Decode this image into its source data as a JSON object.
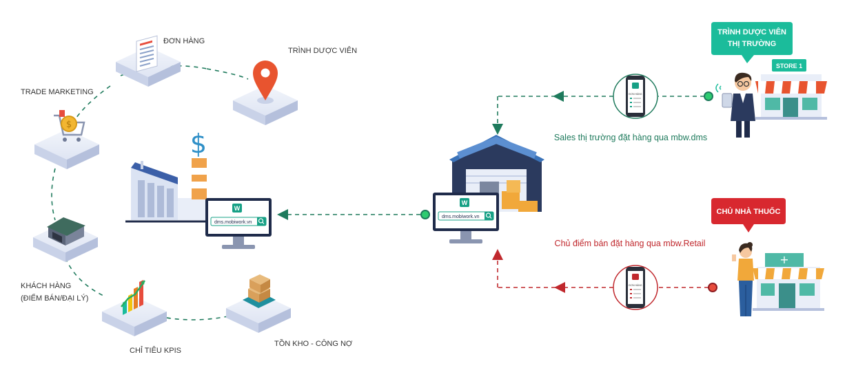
{
  "left_cycle": {
    "nodes": [
      {
        "id": "don-hang",
        "label": "ĐƠN HÀNG"
      },
      {
        "id": "trinh-duoc-vien",
        "label": "TRÌNH DƯỢC VIÊN"
      },
      {
        "id": "trade-marketing",
        "label": "TRADE MARKETING"
      },
      {
        "id": "khach-hang",
        "label_line1": "KHÁCH HÀNG",
        "label_line2": "(ĐIỂM BÁN/ĐẠI LÝ)"
      },
      {
        "id": "chi-tieu-kpis",
        "label": "CHỈ TIÊU KPIS"
      },
      {
        "id": "ton-kho",
        "label": "TỒN KHO - CÔNG NỢ"
      }
    ],
    "factory_monitor_url": "dms.mobiwork.vn"
  },
  "warehouse": {
    "monitor_url": "dms.mobiwork.vn"
  },
  "top_flow": {
    "bubble_line1": "TRÌNH DƯỢC VIÊN",
    "bubble_line2": "THỊ TRƯỜNG",
    "store_sign": "STORE 1",
    "caption": "Sales thị trường đặt hàng qua mbw.dms",
    "phone_title": "ĐƠN HÀNG",
    "color": "#1e7a5c"
  },
  "bottom_flow": {
    "bubble": "CHỦ NHÀ THUỐC",
    "caption": "Chủ điểm bán đặt hàng qua mbw.Retail",
    "phone_title": "ĐƠN HÀNG",
    "color": "#c0282d"
  },
  "colors": {
    "accent_green": "#1e7a5c",
    "accent_red": "#c0282d",
    "platform": "#dfe5f3",
    "teal": "#16a085"
  }
}
